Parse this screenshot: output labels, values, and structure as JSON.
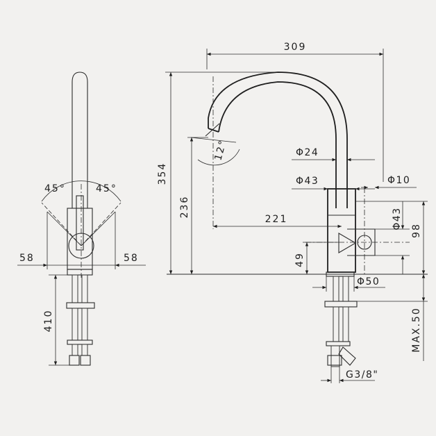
{
  "side_view": {
    "angle_left": "45°",
    "angle_right": "45°",
    "offset_left": "58",
    "offset_right": "58",
    "hose_length": "410"
  },
  "front_view": {
    "spout_reach": "309",
    "total_height": "354",
    "spout_height": "236",
    "spout_angle": "12°",
    "spout_diameter": "Φ24",
    "body_diameter_top": "Φ43",
    "body_diameter_side": "Φ43",
    "pin_diameter": "Φ10",
    "centre_to_outlet": "221",
    "lever_height": "49",
    "body_height": "98",
    "base_diameter": "Φ50",
    "max_deck_thickness": "MAX.50",
    "thread": "G3/8\""
  }
}
